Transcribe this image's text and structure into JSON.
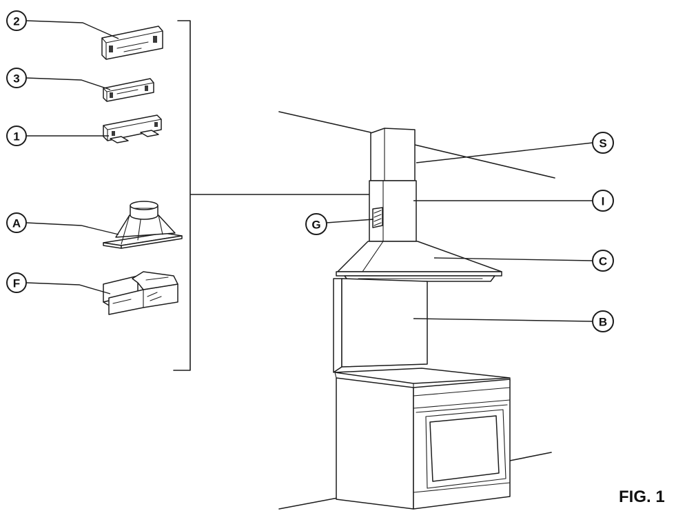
{
  "figure": {
    "label": "FIG. 1"
  },
  "callouts": {
    "two": "2",
    "three": "3",
    "one": "1",
    "a": "A",
    "f": "F",
    "s": "S",
    "i": "I",
    "g": "G",
    "c": "C",
    "b": "B"
  }
}
